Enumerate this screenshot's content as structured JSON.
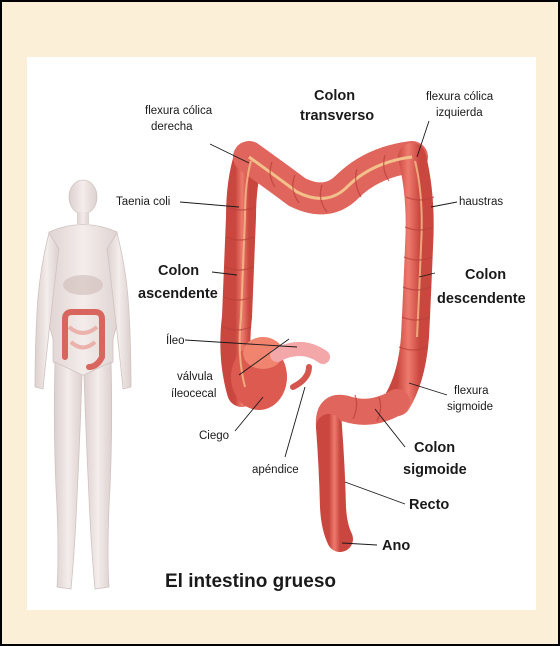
{
  "title": "El intestino grueso",
  "labels": {
    "flexura_derecha_1": "flexura cólica",
    "flexura_derecha_2": "derecha",
    "colon_transverso_1": "Colon",
    "colon_transverso_2": "transverso",
    "flexura_izquierda_1": "flexura cólica",
    "flexura_izquierda_2": "izquierda",
    "taenia_coli": "Taenia coli",
    "haustras": "haustras",
    "colon_ascendente_1": "Colon",
    "colon_ascendente_2": "ascendente",
    "colon_descendente_1": "Colon",
    "colon_descendente_2": "descendente",
    "ileo": "Íleo",
    "valvula_1": "válvula",
    "valvula_2": "íleocecal",
    "ciego": "Ciego",
    "apendice": "apéndice",
    "flexura_sigmoide_1": "flexura",
    "flexura_sigmoide_2": "sigmoide",
    "colon_sigmoide_1": "Colon",
    "colon_sigmoide_2": "sigmoide",
    "recto": "Recto",
    "ano": "Ano"
  },
  "colors": {
    "background": "#fcefd8",
    "colon": "#e0655c",
    "colon_dark": "#b8403a",
    "taenia": "#f2c08a",
    "body": "#eadfdc"
  }
}
